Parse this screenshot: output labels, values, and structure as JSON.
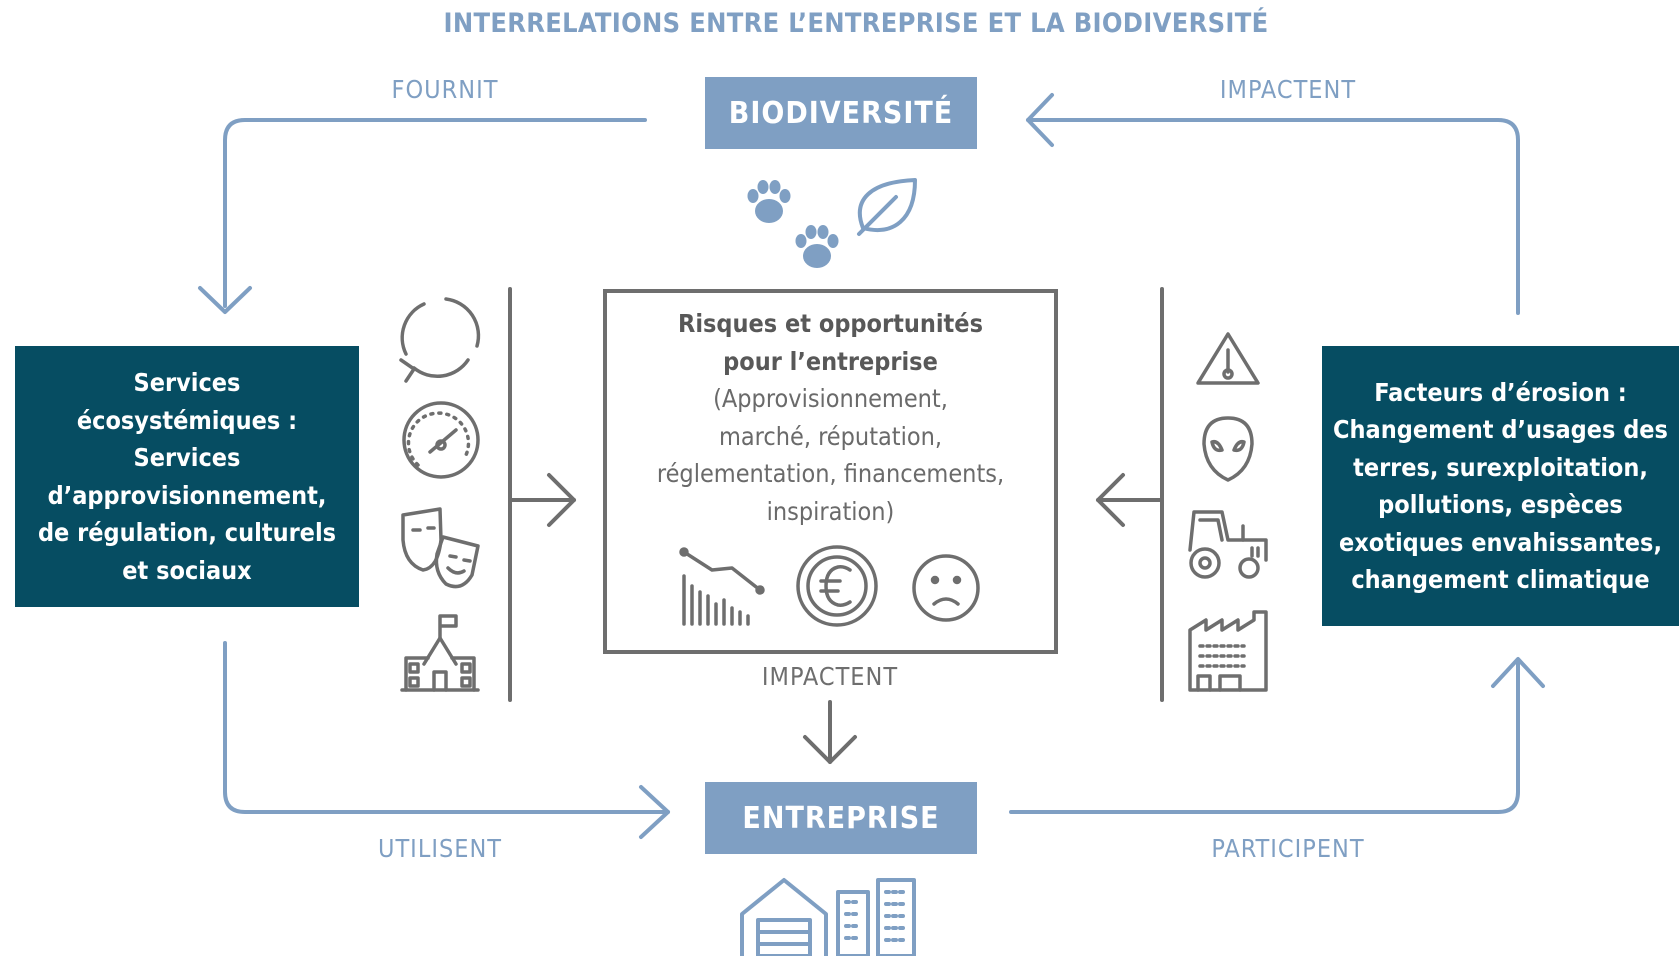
{
  "title": "INTERRELATIONS ENTRE L’ENTREPRISE ET LA BIODIVERSITÉ",
  "nodes": {
    "biodiversite": "BIODIVERSITÉ",
    "entreprise": "ENTREPRISE",
    "services": [
      "Services",
      "écosystémiques :",
      "Services",
      "d’approvisionnement,",
      "de régulation, culturels",
      "et sociaux"
    ],
    "facteurs": [
      "Facteurs d’érosion :",
      "Changement d’usages des",
      "terres, surexploitation,",
      "pollutions, espèces",
      "exotiques envahissantes,",
      "changement climatique"
    ]
  },
  "center": {
    "title": [
      "Risques et opportunités",
      "pour l’entreprise"
    ],
    "body": [
      "(Approvisionnement,",
      "marché, réputation,",
      "réglementation, financements,",
      "inspiration)"
    ]
  },
  "edges": {
    "fournit": "FOURNIT",
    "impactent_top": "IMPACTENT",
    "utilisent": "UTILISENT",
    "participent": "PARTICIPENT",
    "impactent_center": "IMPACTENT"
  },
  "icons": {
    "biodiversity": [
      "paw-print-icon",
      "paw-print-icon",
      "leaf-icon"
    ],
    "services": [
      "cycle-icon",
      "gauge-icon",
      "theater-masks-icon",
      "school-building-icon"
    ],
    "risks": [
      "declining-chart-icon",
      "euro-coin-icon",
      "sad-face-icon"
    ],
    "erosion": [
      "warning-thermometer-icon",
      "alien-icon",
      "tractor-icon",
      "factory-icon"
    ],
    "enterprise": [
      "warehouse-icon",
      "office-buildings-icon"
    ]
  },
  "colors": {
    "light_blue": "#7f9fc3",
    "dark_teal": "#064d62",
    "gray": "#6e6e6e",
    "white": "#ffffff"
  }
}
